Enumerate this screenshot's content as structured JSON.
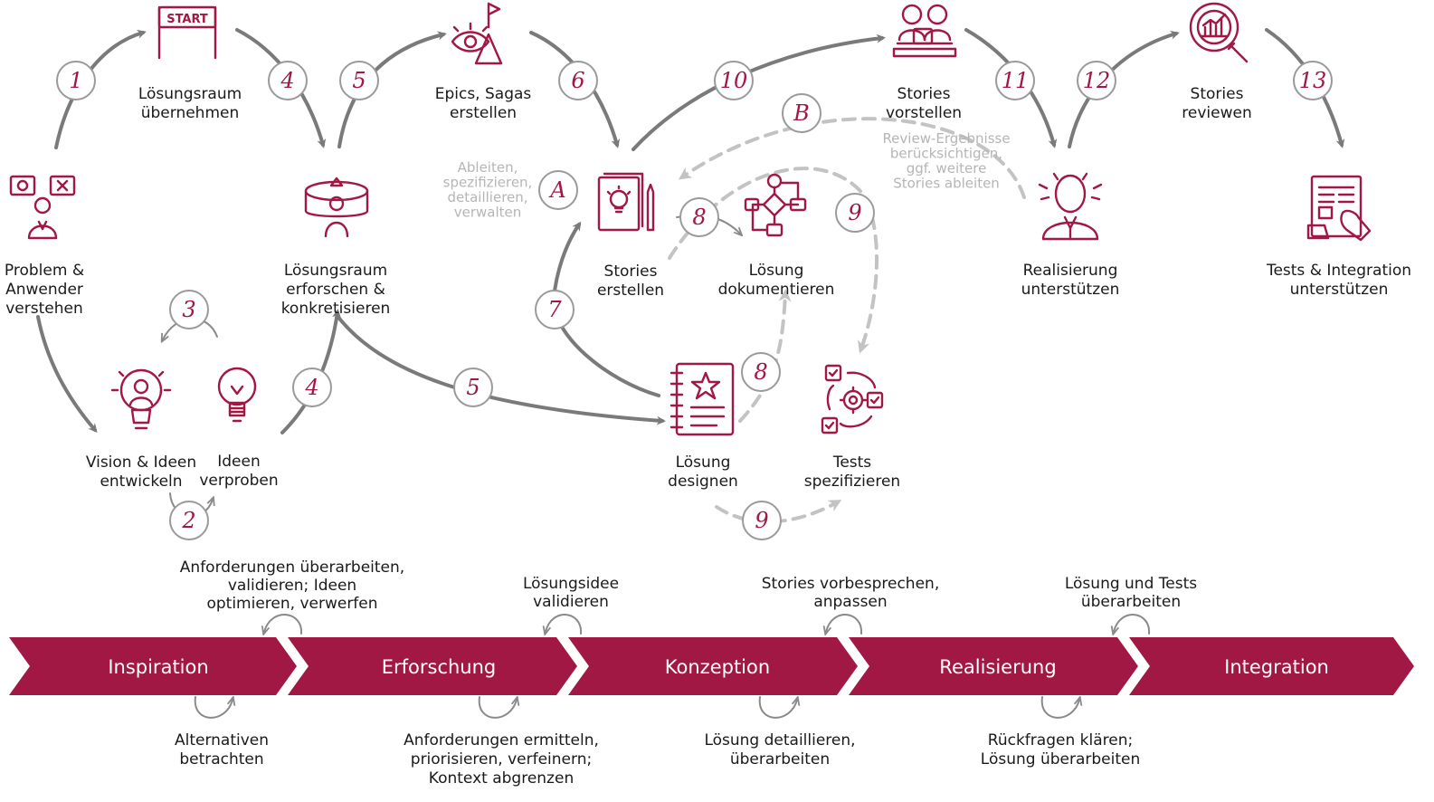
{
  "activities": {
    "problem": "Problem & | Anwender | verstehen",
    "vision": "Vision & Ideen | entwickeln",
    "verproben": "Ideen | verproben",
    "uebernehmen": "Lösungsraum | übernehmen",
    "erforschen": "Lösungsraum | erforschen & | konkretisieren",
    "epics": "Epics, Sagas | erstellen",
    "stories_erstellen": "Stories | erstellen",
    "dokumentieren": "Lösung | dokumentieren",
    "designen": "Lösung | designen",
    "tests_spez": "Tests | spezifizieren",
    "stories_vorstellen": "Stories | vorstellen",
    "realisierung": "Realisierung | unterstützen",
    "stories_reviewen": "Stories | reviewen",
    "tests_integration": "Tests & Integration | unterstützen",
    "start_sign": "START"
  },
  "side_notes": {
    "ableiten": "Ableiten, | spezifizieren, | detaillieren, | verwalten",
    "review": "Review-Ergebnisse | berücksichtigen, | ggf. weitere | Stories ableiten"
  },
  "steps": {
    "s1": "1",
    "s2": "2",
    "s3": "3",
    "s4a": "4",
    "s4b": "4",
    "s5a": "5",
    "s5b": "5",
    "s6": "6",
    "s7": "7",
    "s8a": "8",
    "s8b": "8",
    "s9a": "9",
    "s9b": "9",
    "s10": "10",
    "s11": "11",
    "s12": "12",
    "s13": "13",
    "sA": "A",
    "sB": "B"
  },
  "phases": [
    "Inspiration",
    "Erforschung",
    "Konzeption",
    "Realisierung",
    "Integration"
  ],
  "phase_color": "#a01843",
  "phase_notes_top": {
    "inspiration": "Anforderungen überarbeiten, | validieren; Ideen | optimieren, verwerfen",
    "erforschung": "Lösungsidee | validieren",
    "konzeption": "Stories vorbesprechen, | anpassen",
    "realisierung": "Lösung und Tests | überarbeiten"
  },
  "phase_notes_bottom": {
    "inspiration": "Alternativen | betrachten",
    "erforschung": "Anforderungen ermitteln, | priorisieren, verfeinern; | Kontext abgrenzen",
    "konzeption": "Lösung detaillieren, | überarbeiten",
    "realisierung": "Rückfragen klären; | Lösung überarbeiten"
  }
}
